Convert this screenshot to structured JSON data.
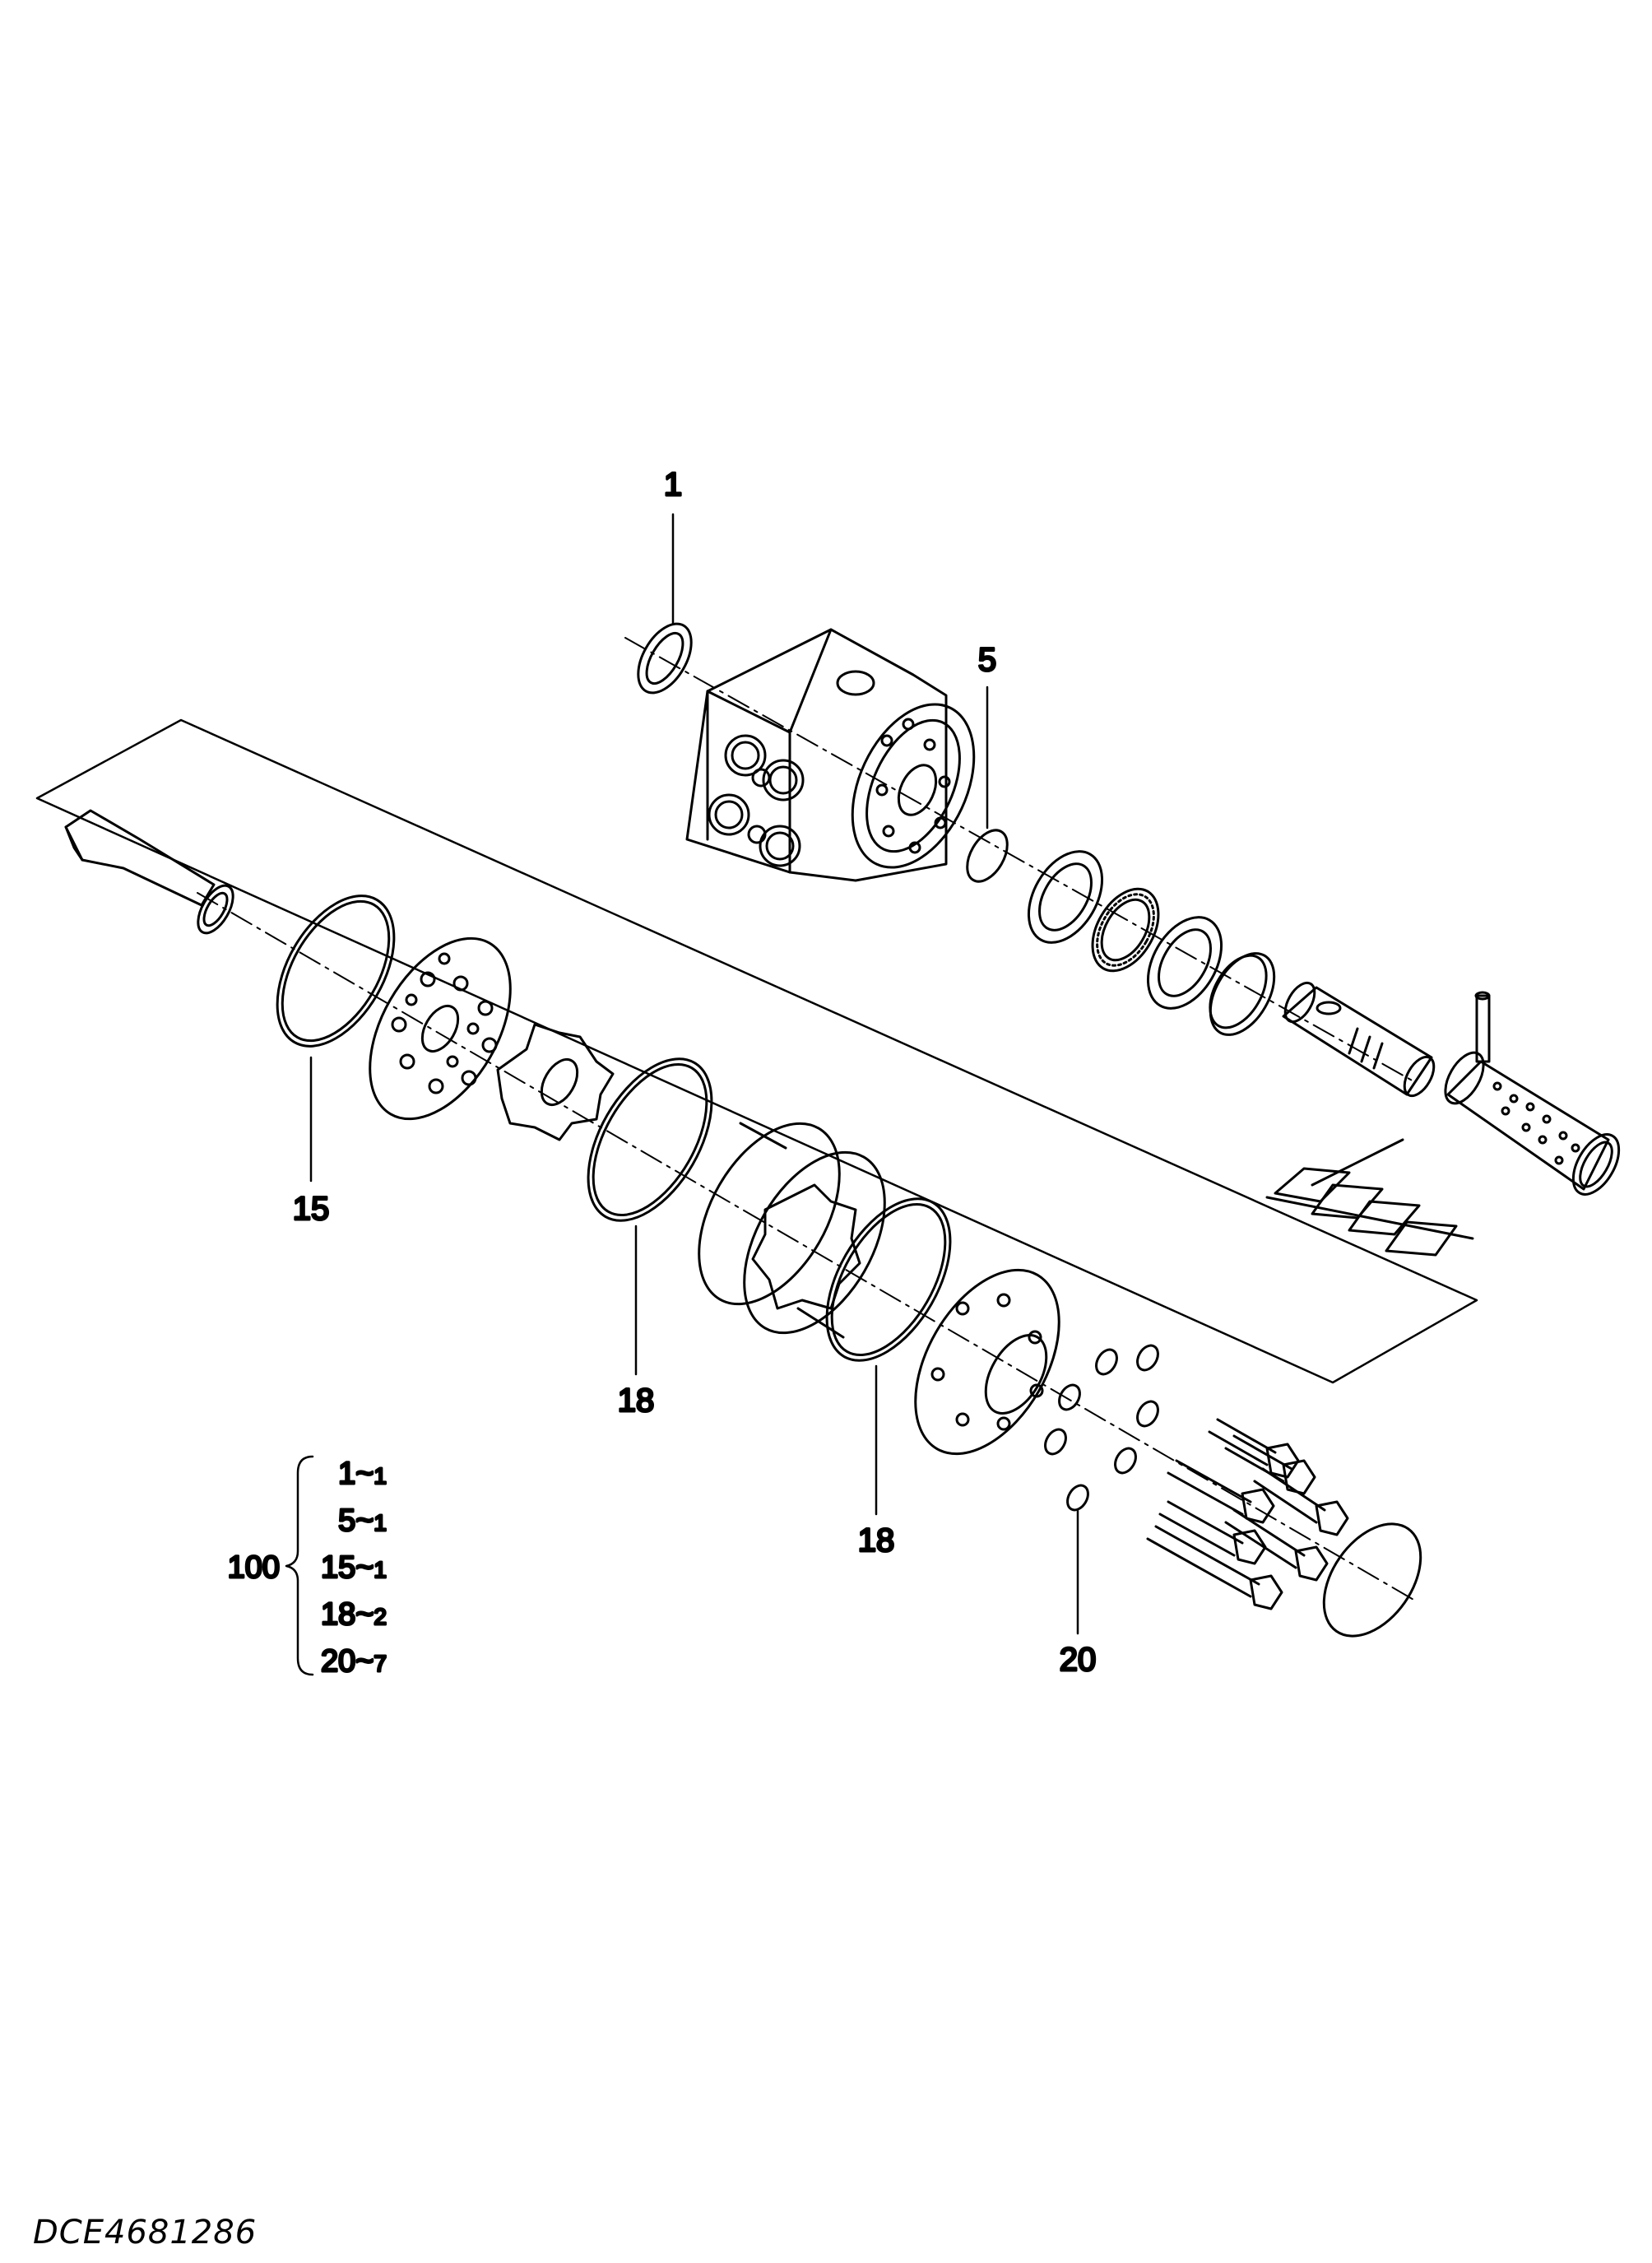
{
  "callouts": {
    "c1": "1",
    "c5": "5",
    "c15": "15",
    "c18a": "18",
    "c18b": "18",
    "c20": "20"
  },
  "kit": {
    "number": "100",
    "items": [
      {
        "part": "1",
        "sep": "~",
        "qty": "1"
      },
      {
        "part": "5",
        "sep": "~",
        "qty": "1"
      },
      {
        "part": "15",
        "sep": "~",
        "qty": "1"
      },
      {
        "part": "18",
        "sep": "~",
        "qty": "2"
      },
      {
        "part": "20",
        "sep": "~",
        "qty": "7"
      }
    ]
  },
  "document_id": "DCE4681286"
}
